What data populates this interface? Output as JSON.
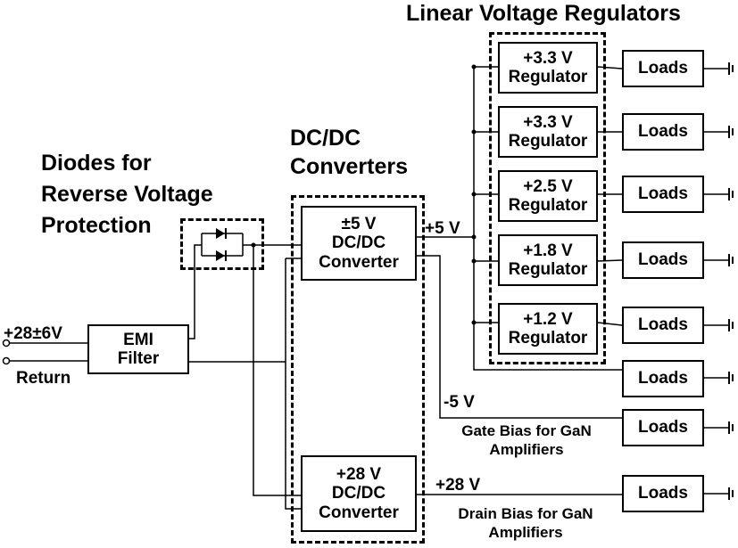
{
  "headings": {
    "linear_regulators": "Linear Voltage Regulators",
    "dcdc_converters": [
      "DC/DC",
      "Converters"
    ],
    "diodes": [
      "Diodes for",
      "Reverse Voltage",
      "Protection"
    ]
  },
  "input": {
    "supply_label": "+28±6V",
    "return_label": "Return"
  },
  "emi_filter": {
    "lines": [
      "EMI",
      "Filter"
    ]
  },
  "converters": {
    "c5": {
      "lines": [
        "±5 V",
        "DC/DC",
        "Converter"
      ]
    },
    "c28": {
      "lines": [
        "+28 V",
        "DC/DC",
        "Converter"
      ]
    }
  },
  "regulators": [
    {
      "voltage": "+3.3 V",
      "name": "Regulator"
    },
    {
      "voltage": "+3.3 V",
      "name": "Regulator"
    },
    {
      "voltage": "+2.5 V",
      "name": "Regulator"
    },
    {
      "voltage": "+1.8 V",
      "name": "Regulator"
    },
    {
      "voltage": "+1.2 V",
      "name": "Regulator"
    }
  ],
  "loads_label": "Loads",
  "signals": {
    "plus5": "+5 V",
    "minus5": "-5 V",
    "plus28": "+28 V"
  },
  "captions": {
    "gate_bias": [
      "Gate Bias for GaN",
      "Amplifiers"
    ],
    "drain_bias": [
      "Drain Bias for GaN",
      "Amplifiers"
    ]
  }
}
